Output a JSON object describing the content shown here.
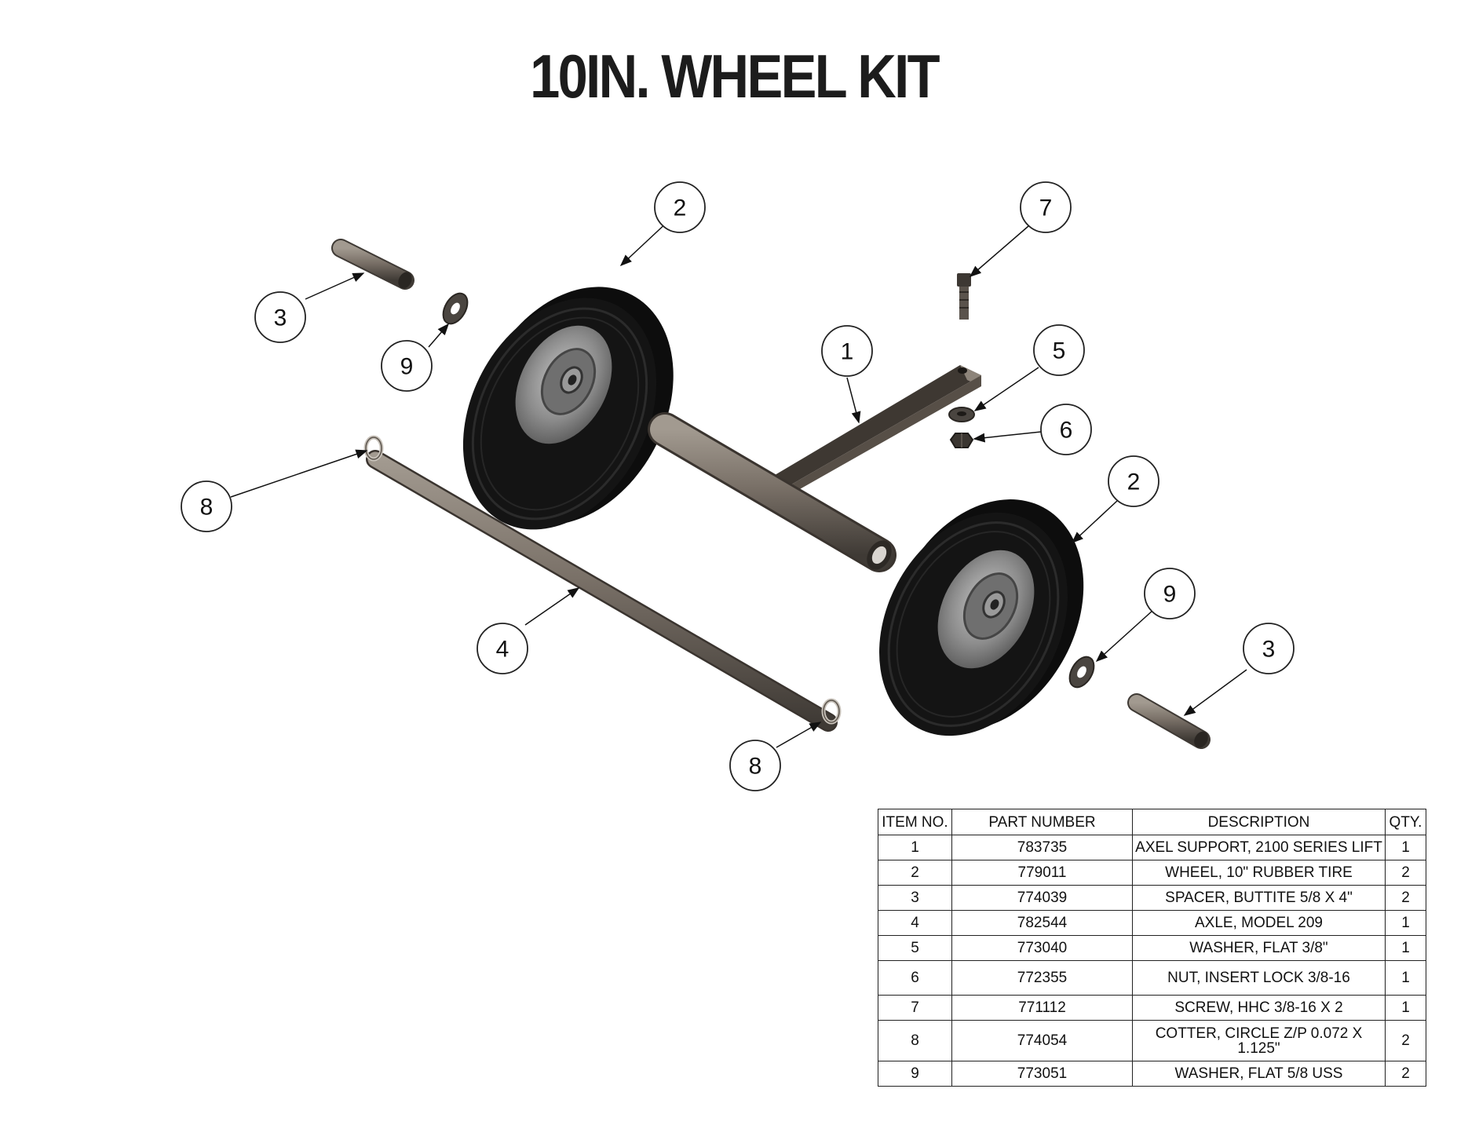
{
  "title": "10IN. WHEEL KIT",
  "callouts": {
    "c2a": "2",
    "c7": "7",
    "c3a": "3",
    "c9a": "9",
    "c1": "1",
    "c5": "5",
    "c6": "6",
    "c2b": "2",
    "c8a": "8",
    "c9b": "9",
    "c3b": "3",
    "c4": "4",
    "c8b": "8"
  },
  "bom": {
    "headers": [
      "ITEM NO.",
      "PART NUMBER",
      "DESCRIPTION",
      "QTY."
    ],
    "rows": [
      [
        "1",
        "783735",
        "AXEL SUPPORT, 2100 SERIES LIFT",
        "1"
      ],
      [
        "2",
        "779011",
        "WHEEL, 10\" RUBBER TIRE",
        "2"
      ],
      [
        "3",
        "774039",
        "SPACER, BUTTITE 5/8 X 4\"",
        "2"
      ],
      [
        "4",
        "782544",
        "AXLE, MODEL 209",
        "1"
      ],
      [
        "5",
        "773040",
        "WASHER, FLAT 3/8\"",
        "1"
      ],
      [
        "6",
        "772355",
        "NUT, INSERT LOCK 3/8-16",
        "1"
      ],
      [
        "7",
        "771112",
        "SCREW, HHC 3/8-16 X 2",
        "1"
      ],
      [
        "8",
        "774054",
        "COTTER, CIRCLE Z/P 0.072 X 1.125\"",
        "2"
      ],
      [
        "9",
        "773051",
        "WASHER, FLAT 5/8 USS",
        "2"
      ]
    ]
  },
  "colors": {
    "tire": "#0d0d0d",
    "hub": "#8a8a8a",
    "metal": "#6b6259",
    "balloon_stroke": "#222222"
  }
}
